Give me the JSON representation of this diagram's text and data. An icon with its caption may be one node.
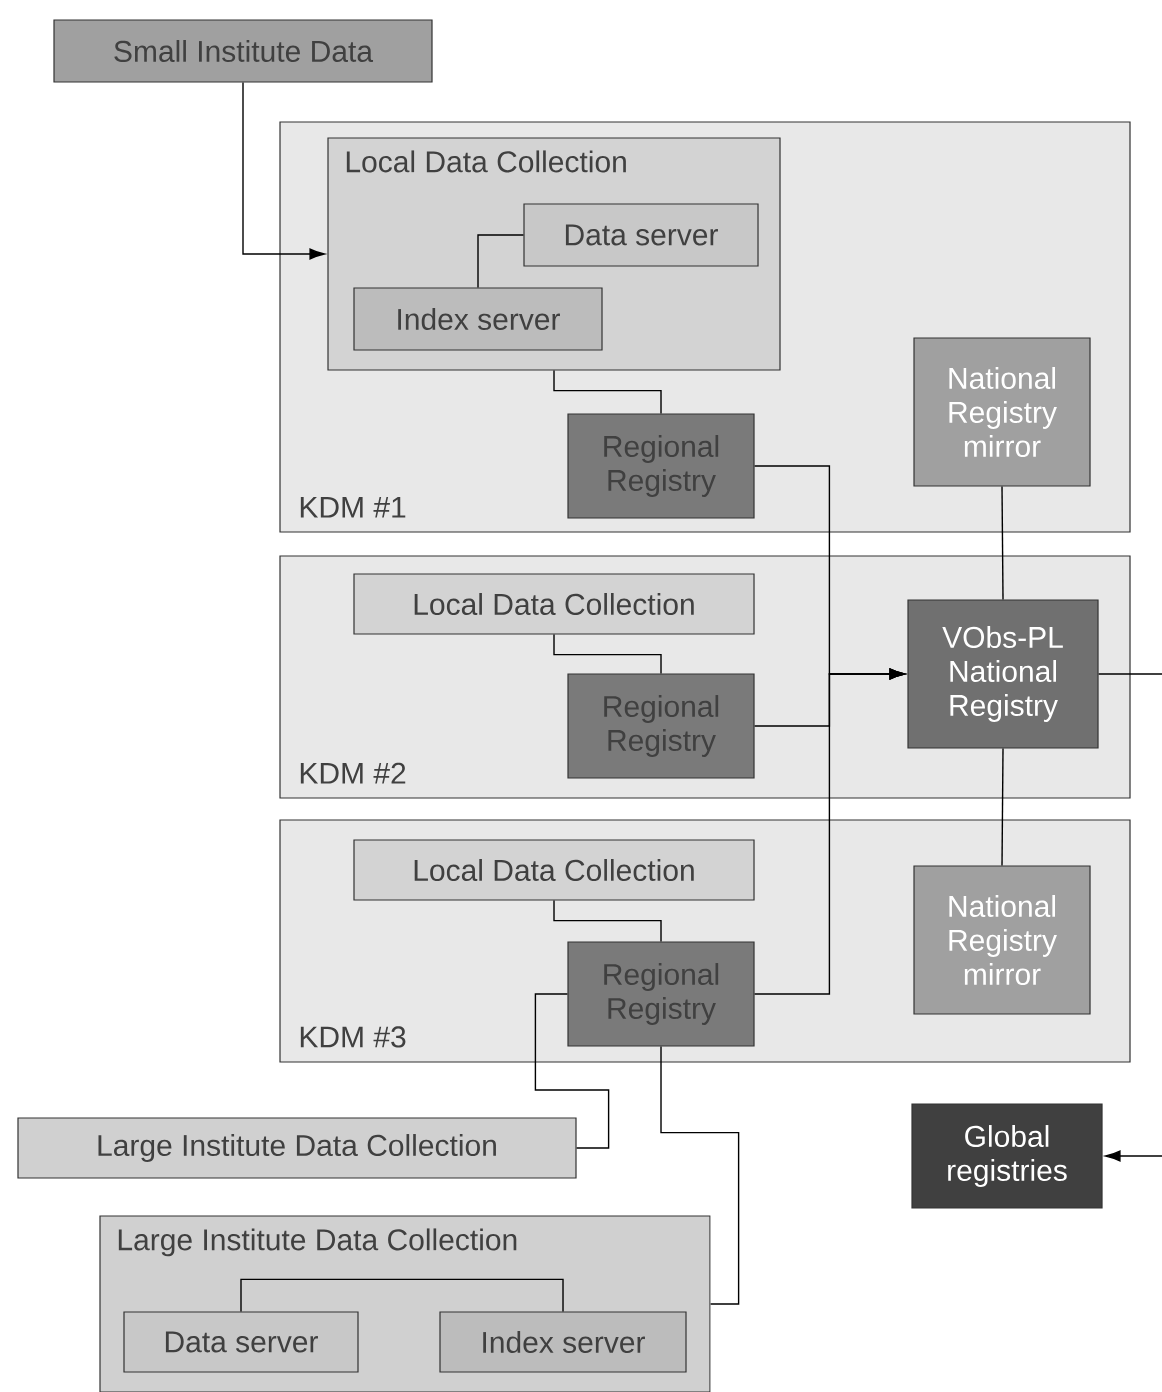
{
  "diagram": {
    "nodes": [
      {
        "text": [
          "Small Institute Data"
        ]
      },
      {
        "text": [
          "KDM #1"
        ]
      },
      {
        "text": [
          "Local Data Collection"
        ],
        "in": 1
      },
      {
        "text": [
          "Data server"
        ],
        "in": 2
      },
      {
        "text": [
          "Index server"
        ],
        "in": 2
      },
      {
        "text": [
          "Regional Registry"
        ],
        "in": 1
      },
      {
        "text": [
          "National Registry mirror"
        ],
        "in": 1
      },
      {
        "text": [
          "KDM #2"
        ]
      },
      {
        "text": [
          "Local Data Collection"
        ],
        "in": 7
      },
      {
        "text": [
          "Regional Registry"
        ],
        "in": 7
      },
      {
        "text": [
          "VObs-PL National Registry"
        ],
        "in": 7
      },
      {
        "text": [
          "KDM #3"
        ]
      },
      {
        "text": [
          "Local Data Collection"
        ],
        "in": 11
      },
      {
        "text": [
          "Regional Registry"
        ],
        "in": 11
      },
      {
        "text": [
          "National Registry mirror"
        ],
        "in": 11
      },
      {
        "text": [
          "Large Institute Data Collection"
        ]
      },
      {
        "text": [
          "Large Institute Data Collection"
        ]
      },
      {
        "text": [
          "Data server"
        ],
        "in": 16
      },
      {
        "text": [
          "Index server"
        ],
        "in": 16
      },
      {
        "text": [
          "Global registries"
        ]
      }
    ],
    "edges": [
      {
        "from": 0,
        "to": 2,
        "arrow": "to"
      },
      {
        "from": 3,
        "to": 4,
        "arrow": "none"
      },
      {
        "from": 2,
        "to": 5,
        "arrow": "none"
      },
      {
        "from": 5,
        "to": 10,
        "arrow": "to"
      },
      {
        "from": 6,
        "to": 10,
        "arrow": "none"
      },
      {
        "from": 8,
        "to": 9,
        "arrow": "none"
      },
      {
        "from": 9,
        "to": 10,
        "arrow": "to"
      },
      {
        "from": 10,
        "to": null,
        "arrow": "none"
      },
      {
        "from": 10,
        "to": 14,
        "arrow": "none"
      },
      {
        "from": 12,
        "to": 13,
        "arrow": "none"
      },
      {
        "from": 13,
        "to": 10,
        "arrow": "to"
      },
      {
        "from": 13,
        "to": 15,
        "arrow": "none"
      },
      {
        "from": 13,
        "to": 16,
        "arrow": "none"
      },
      {
        "from": 17,
        "to": 18,
        "arrow": "none"
      },
      {
        "from": null,
        "to": 19,
        "arrow": "to"
      }
    ]
  }
}
